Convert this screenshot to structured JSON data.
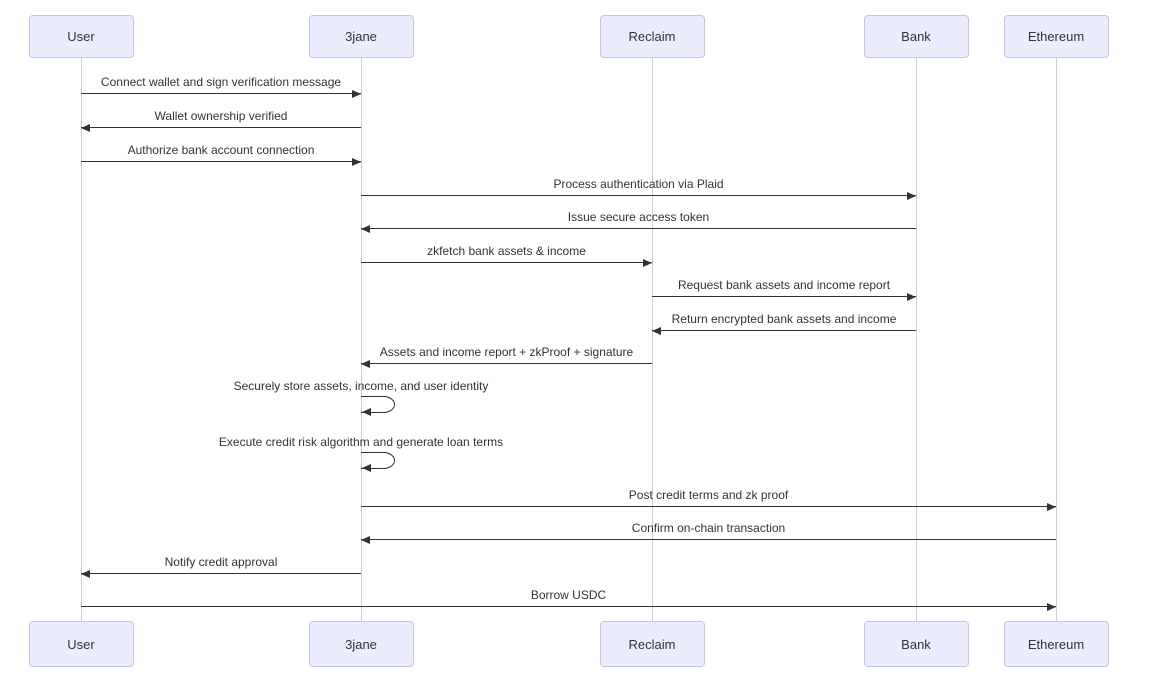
{
  "diagram": {
    "type": "sequence-diagram",
    "actors": [
      {
        "name": "User"
      },
      {
        "name": "3jane"
      },
      {
        "name": "Reclaim"
      },
      {
        "name": "Bank"
      },
      {
        "name": "Ethereum"
      }
    ],
    "messages": [
      {
        "from": "User",
        "to": "3jane",
        "label": "Connect wallet and sign verification message"
      },
      {
        "from": "3jane",
        "to": "User",
        "label": "Wallet ownership verified"
      },
      {
        "from": "User",
        "to": "3jane",
        "label": "Authorize bank account connection"
      },
      {
        "from": "3jane",
        "to": "Bank",
        "label": "Process authentication via Plaid"
      },
      {
        "from": "Bank",
        "to": "3jane",
        "label": "Issue secure access token"
      },
      {
        "from": "3jane",
        "to": "Reclaim",
        "label": "zkfetch bank assets & income"
      },
      {
        "from": "Reclaim",
        "to": "Bank",
        "label": "Request bank assets and income report"
      },
      {
        "from": "Bank",
        "to": "Reclaim",
        "label": "Return encrypted bank assets and income"
      },
      {
        "from": "Reclaim",
        "to": "3jane",
        "label": "Assets and income report + zkProof + signature"
      },
      {
        "self": "3jane",
        "label": "Securely store assets, income, and user identity"
      },
      {
        "self": "3jane",
        "label": "Execute credit risk algorithm and generate loan terms"
      },
      {
        "from": "3jane",
        "to": "Ethereum",
        "label": "Post credit terms and zk proof"
      },
      {
        "from": "Ethereum",
        "to": "3jane",
        "label": "Confirm on-chain transaction"
      },
      {
        "from": "3jane",
        "to": "User",
        "label": "Notify credit approval"
      },
      {
        "from": "User",
        "to": "Ethereum",
        "label": "Borrow USDC"
      }
    ],
    "colors": {
      "background": "#FFFFFF",
      "actor_fill": "#ECECFF",
      "actor_border": "#C6C6E2",
      "lifeline": "#CCCCE6",
      "arrow": "#333333",
      "text": "#333333"
    }
  }
}
